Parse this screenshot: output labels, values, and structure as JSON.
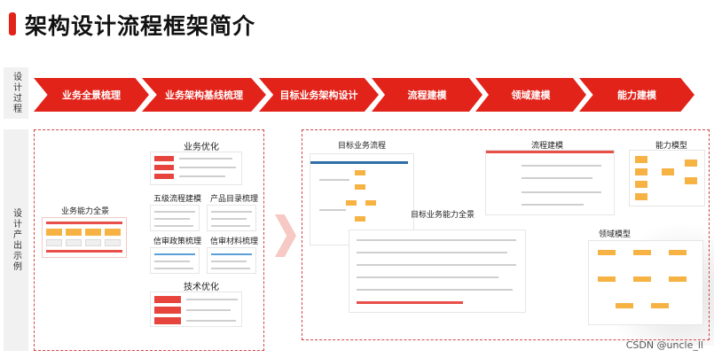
{
  "page": {
    "title": "架构设计流程框架简介"
  },
  "side_labels": {
    "process": "设计过程",
    "examples": "设计产出示例"
  },
  "steps": [
    "业务全景梳理",
    "业务架构基线梳理",
    "目标业务架构设计",
    "流程建模",
    "领域建模",
    "能力建模"
  ],
  "left_panel": {
    "labels": {
      "biz_capability": "业务能力全景",
      "biz_opt": "业务优化",
      "five_level": "五级流程建模",
      "product_catalog": "产品目录梳理",
      "credit_policy": "信审政策梳理",
      "credit_material": "信审材料梳理",
      "tech_opt": "技术优化"
    }
  },
  "right_panel": {
    "labels": {
      "target_flow": "目标业务流程",
      "process_model": "流程建模",
      "capability_model": "能力模型",
      "target_capability": "目标业务能力全景",
      "domain_model": "领域模型"
    }
  },
  "watermark": "CSDN @uncle_ll",
  "colors": {
    "accent": "#e2231a",
    "orange": "#f5a623",
    "blue": "#2e6ea8"
  }
}
